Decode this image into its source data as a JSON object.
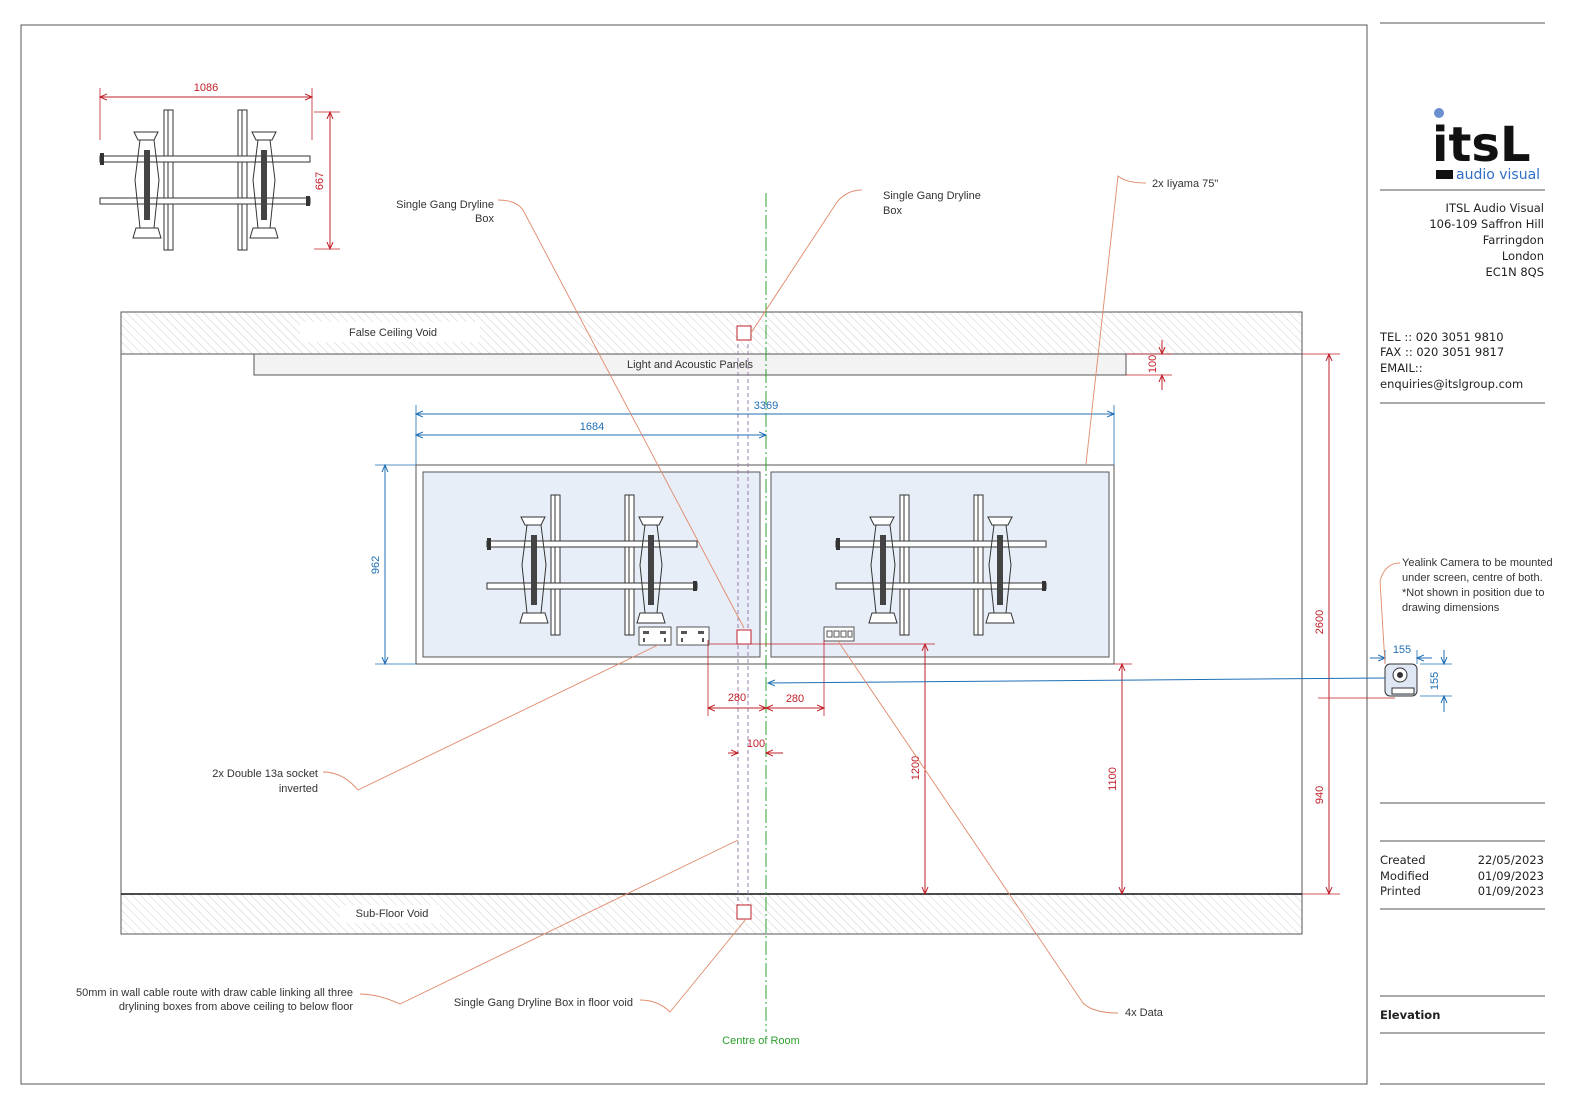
{
  "labels": {
    "false_ceiling_void": "False Ceiling Void",
    "light_acoustic_panels": "Light and Acoustic Panels",
    "sub_floor_void": "Sub-Floor Void",
    "centre_of_room": "Centre of Room",
    "dryline_box_left_line1": "Single Gang Dryline",
    "dryline_box_left_line2": "Box",
    "dryline_box_right_line1": "Single Gang Dryline",
    "dryline_box_right_line2": "Box",
    "iiyama": "2x Iiyama 75\"",
    "sockets_line1": "2x Double 13a socket",
    "sockets_line2": "inverted",
    "cable_route_line1": "50mm in wall cable route with draw cable linking all three",
    "cable_route_line2": "drylining boxes from above ceiling to below floor",
    "floor_void_box": "Single Gang Dryline Box in floor void",
    "data": "4x Data",
    "camera_note_line1": "Yealink Camera to be mounted",
    "camera_note_line2": "under screen, centre of both.",
    "camera_note_line3": "*Not shown in position due to",
    "camera_note_line4": "drawing dimensions"
  },
  "dimensions": {
    "top_width": "1086",
    "top_depth": "667",
    "ceiling_gap": "100",
    "total_width": "3369",
    "half_width": "1684",
    "screen_height": "962",
    "room_height": "2600",
    "camera_height": "940",
    "screen_bottom": "1100",
    "data_height": "1200",
    "left_offset": "280",
    "right_offset": "280",
    "cable_route_width": "100",
    "camera_width": "155",
    "camera_height_size": "155"
  },
  "title_block": {
    "logo_text": "itsL",
    "logo_sub": "audio visual",
    "company": "ITSL Audio Visual",
    "address": [
      "106-109 Saffron Hill",
      "Farringdon",
      "London",
      "EC1N 8QS"
    ],
    "tel": "TEL :: 020 3051 9810",
    "fax": "FAX :: 020 3051 9817",
    "email_label": "EMAIL::",
    "email": "enquiries@itslgroup.com",
    "created_label": "Created",
    "created_value": "22/05/2023",
    "modified_label": "Modified",
    "modified_value": "01/09/2023",
    "printed_label": "Printed",
    "printed_value": "01/09/2023",
    "view_name": "Elevation"
  },
  "colors": {
    "dimension_red": "#c0202a",
    "dimension_blue": "#1f6fb5",
    "centre_line_green": "#2ca02c",
    "leader_orange": "#e08a6a",
    "screen_fill": "#e7eef8",
    "logo_blue": "#2f6fc4"
  }
}
